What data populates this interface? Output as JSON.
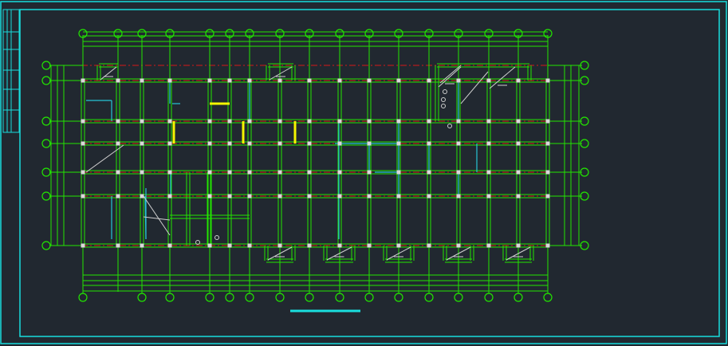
{
  "drawing": {
    "colors": {
      "background": "#212830",
      "frame": "#19dede",
      "wall": "#22e600",
      "axis": "#d81818",
      "column": "#d8d8d8",
      "partition": "#27c4d6",
      "beam_highlight": "#f5f500",
      "annotation": "#cfcfcf"
    },
    "grid_bubbles": {
      "horizontal_axes": 16,
      "vertical_axes": 8
    },
    "stair_symbols": 9
  }
}
